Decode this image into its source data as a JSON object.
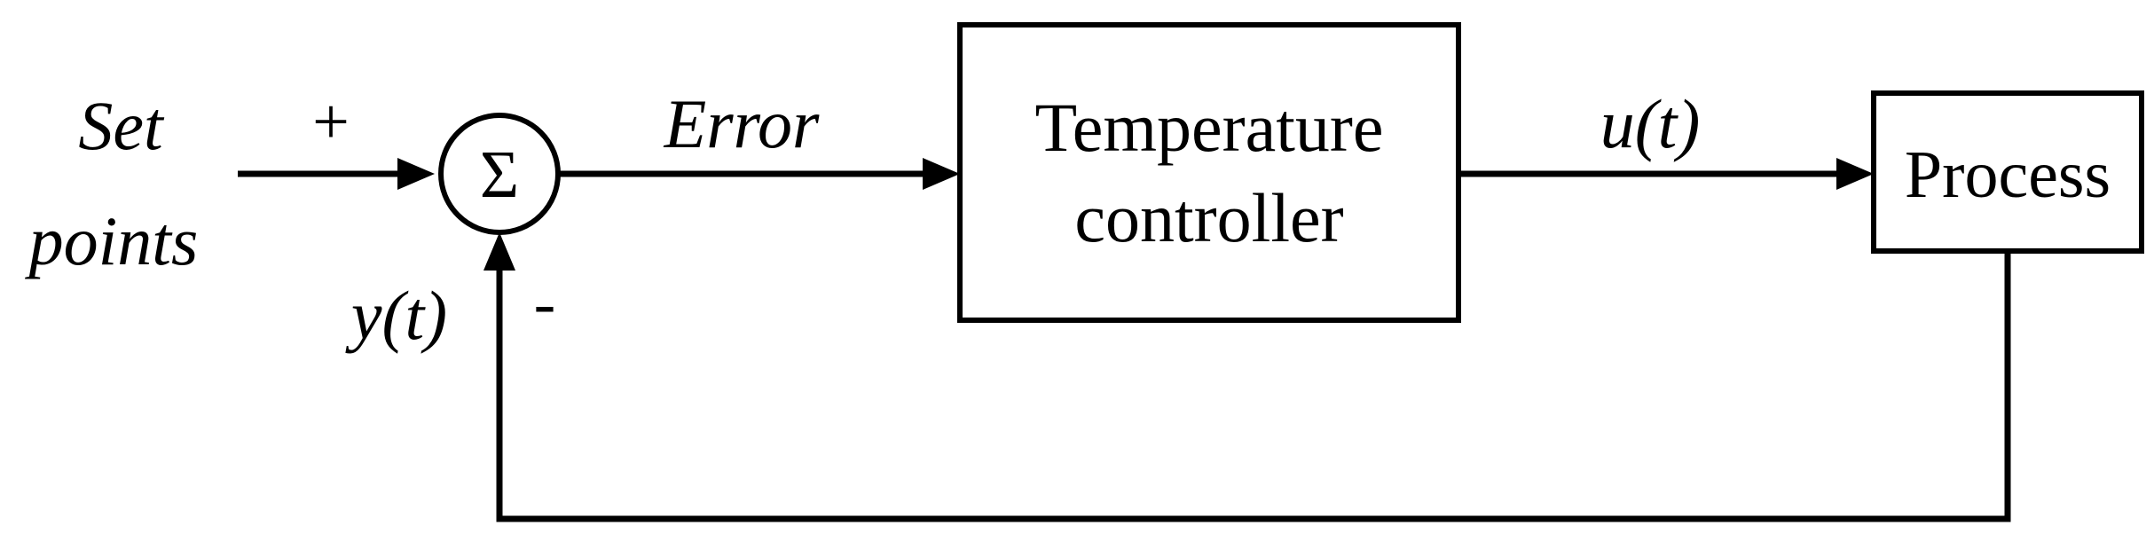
{
  "diagram": {
    "setpoint_label_line1": "Set",
    "setpoint_label_line2": "points",
    "plus_sign": "+",
    "minus_sign": "-",
    "sum_symbol": "Σ",
    "error_label": "Error",
    "controller_line1": "Temperature",
    "controller_line2": "controller",
    "control_signal_var": "u",
    "control_signal_arg": "(t)",
    "process_label": "Process",
    "feedback_var": "y",
    "feedback_arg": "(t)"
  }
}
